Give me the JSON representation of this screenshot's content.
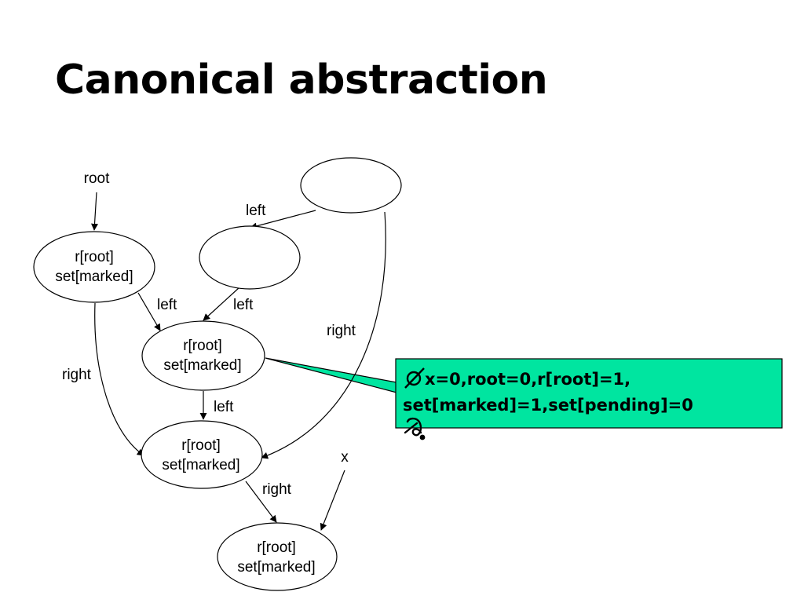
{
  "slide": {
    "title": "Canonical abstraction"
  },
  "diagram": {
    "nodes": [
      {
        "id": "n1",
        "lines": [
          "r[root]",
          "set[marked]"
        ]
      },
      {
        "id": "n2",
        "lines": [
          "r[root]",
          "set[marked]"
        ]
      },
      {
        "id": "n3",
        "lines": [
          "r[root]",
          "set[marked]"
        ]
      },
      {
        "id": "n4",
        "lines": [
          "r[root]",
          "set[marked]"
        ]
      },
      {
        "id": "s1",
        "lines": []
      },
      {
        "id": "s2",
        "lines": []
      }
    ],
    "pointer_labels": {
      "root": "root",
      "x": "x"
    },
    "edge_labels": {
      "s1_to_s2": "left",
      "s2_to_n2": "left",
      "n1_to_n2": "left",
      "n1_to_n3": "right",
      "s1_to_n3": "right",
      "n2_to_n3": "left",
      "n3_to_n4": "right"
    },
    "callout": {
      "line1": "x=0,root=0,r[root]=1,",
      "line2": "set[marked]=1,set[pending]=0",
      "fill_color": "#00e5a0",
      "icons": [
        "empty-set-icon",
        "scroll-icon"
      ]
    }
  }
}
